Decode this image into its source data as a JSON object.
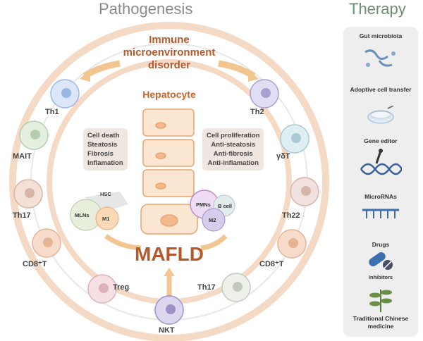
{
  "titles": {
    "left": "Pathogenesis",
    "right": "Therapy"
  },
  "center": {
    "immune": [
      "Immune",
      "microenvironment",
      "disorder"
    ],
    "hepatocyte": "Hepatocyte",
    "mafld": "MAFLD"
  },
  "left_box": [
    "Cell death",
    "Steatosis",
    "Fibrosis",
    "Inflamation"
  ],
  "right_box": [
    "Cell proliferation",
    "Anti-steatosis",
    "Anti-fibrosis",
    "Anti-inflamation"
  ],
  "small_cells": {
    "hsc": "HSC",
    "mlns": "MLNs",
    "m1": "M1",
    "pmns": "PMNs",
    "bcell": "B cell",
    "m2": "M2"
  },
  "cells": [
    {
      "label": "Th1"
    },
    {
      "label": "MAIT"
    },
    {
      "label": "Th17"
    },
    {
      "label": "CD8⁺T"
    },
    {
      "label": "Treg"
    },
    {
      "label": "NKT"
    },
    {
      "label": "Th17"
    },
    {
      "label": "CD8⁺T"
    },
    {
      "label": "Th22"
    },
    {
      "label": "γδT"
    },
    {
      "label": "Th2"
    }
  ],
  "therapy": [
    {
      "label": "Gut microbiota",
      "icon": "bacteria-icon"
    },
    {
      "label": "Adoptive cell transfer",
      "icon": "petri-dish-icon"
    },
    {
      "label": "Gene editor",
      "icon": "dna-scissors-icon"
    },
    {
      "label": "MicroRNAs",
      "icon": "microrna-icon"
    },
    {
      "label": "Drugs",
      "sub": "Inhibitors",
      "icon": "pills-icon"
    },
    {
      "label": "Traditional Chinese medicine",
      "icon": "herb-icon"
    }
  ],
  "colors": {
    "accent": "#b5582a",
    "ring": "#f4d9c4",
    "panel": "#eeeeee"
  }
}
